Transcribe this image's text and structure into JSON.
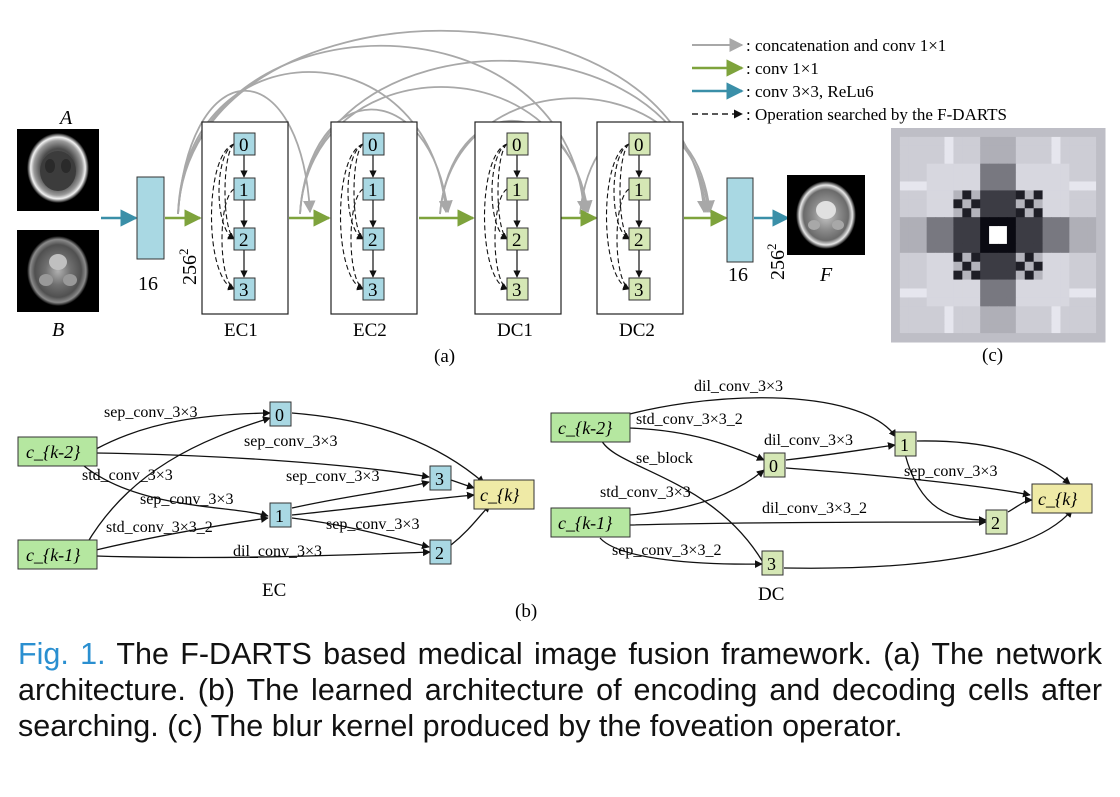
{
  "panel_a": {
    "legend": [
      {
        "label": ": concatenation and conv 1×1",
        "color": "#a8a8a8",
        "style": "solid"
      },
      {
        "label": ": conv 1×1",
        "color": "#7ea33c",
        "style": "solid"
      },
      {
        "label": ": conv 3×3, ReLu6",
        "color": "#3a8fa8",
        "style": "solid"
      },
      {
        "label": ": Operation searched by the F-DARTS",
        "color": "#222222",
        "style": "dashed"
      }
    ],
    "input_a": "A",
    "input_b": "B",
    "output_f": "F",
    "channels_in": "16",
    "size_in": "256",
    "size_exp": "2",
    "channels_out": "16",
    "size_out": "256",
    "size_out_exp": "2",
    "cells": [
      "EC1",
      "EC2",
      "DC1",
      "DC2"
    ],
    "node_labels": [
      "0",
      "1",
      "2",
      "3"
    ],
    "label": "(a)"
  },
  "panel_c": {
    "label": "(c)"
  },
  "panel_b": {
    "label": "(b)",
    "ec": {
      "title": "EC",
      "inputs": [
        "c_{k-2}",
        "c_{k-1}"
      ],
      "nodes": [
        "0",
        "1",
        "2",
        "3"
      ],
      "output": "c_{k}",
      "edges": [
        "sep_conv_3×3",
        "sep_conv_3×3",
        "std_conv_3×3",
        "sep_conv_3×3",
        "sep_conv_3×3",
        "std_conv_3×3_2",
        "sep_conv_3×3",
        "dil_conv_3×3"
      ]
    },
    "dc": {
      "title": "DC",
      "inputs": [
        "c_{k-2}",
        "c_{k-1}"
      ],
      "nodes": [
        "0",
        "1",
        "2",
        "3"
      ],
      "output": "c_{k}",
      "edges": [
        "dil_conv_3×3",
        "std_conv_3×3_2",
        "dil_conv_3×3",
        "se_block",
        "sep_conv_3×3",
        "std_conv_3×3",
        "dil_conv_3×3_2",
        "sep_conv_3×3_2"
      ]
    }
  },
  "caption": {
    "fig_label": "Fig. 1.",
    "text": "  The F-DARTS based medical image fusion framework. (a) The network architecture. (b) The learned architecture of encoding and decoding cells after searching. (c) The blur kernel produced by the foveation operator."
  }
}
